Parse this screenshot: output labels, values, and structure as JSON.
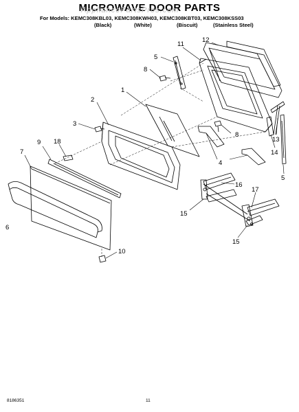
{
  "header": {
    "title": "MICROWAVE DOOR PARTS",
    "watermark": "AppliancePartsPros.com",
    "models_line": "For Models: KEMC308KBL03, KEMC308KWH03, KEMC308KBT03, KEMC308KSS03",
    "finishes": [
      "(Black)",
      "(White)",
      "(Biscuit)",
      "(Stainless Steel)"
    ]
  },
  "callouts": [
    {
      "number": "1"
    },
    {
      "number": "2"
    },
    {
      "number": "3"
    },
    {
      "number": "4"
    },
    {
      "number": "5"
    },
    {
      "number": "5"
    },
    {
      "number": "6"
    },
    {
      "number": "7"
    },
    {
      "number": "8"
    },
    {
      "number": "8"
    },
    {
      "number": "9"
    },
    {
      "number": "10"
    },
    {
      "number": "11"
    },
    {
      "number": "12"
    },
    {
      "number": "13"
    },
    {
      "number": "14"
    },
    {
      "number": "15"
    },
    {
      "number": "15"
    },
    {
      "number": "16"
    },
    {
      "number": "17"
    },
    {
      "number": "18"
    }
  ],
  "footer": {
    "doc_number": "8186351",
    "page_number": "11"
  }
}
